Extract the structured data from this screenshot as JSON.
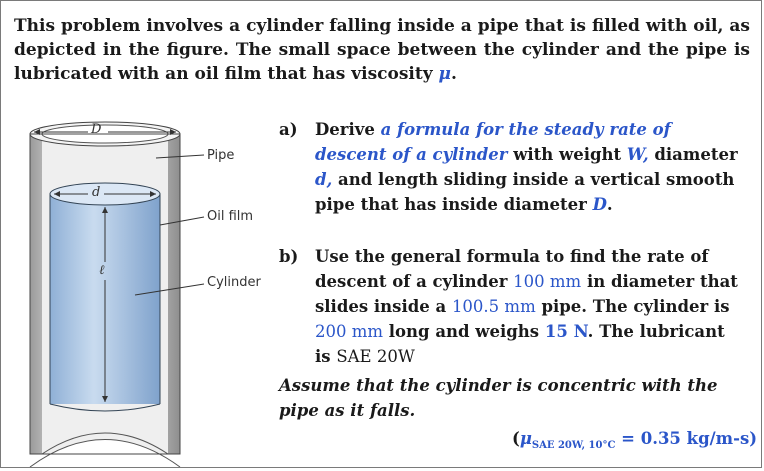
{
  "intro": {
    "text": "This problem involves a cylinder falling inside a pipe that is filled with oil, as depicted in the figure. The small space between the cylinder and the pipe is lubricated with an oil film that has viscosity",
    "mu_symbol": "μ",
    "period": "."
  },
  "figure": {
    "label_D": "D",
    "label_d": "d",
    "label_l": "ℓ",
    "pipe_label": "Pipe",
    "oilfilm_label": "Oil film",
    "cylinder_label": "Cylinder"
  },
  "part_a": {
    "tag": "a)",
    "w1": "Derive",
    "phrase1": "a formula for the steady rate of descent",
    "phrase2": "of a cylinder",
    "w2": "with weight",
    "W": "W,",
    "w3": "diameter",
    "d": "d,",
    "w4": "and",
    "w5": "length  sliding inside a vertical smooth pipe",
    "w6": "that has inside diameter",
    "D": "D",
    "end": "."
  },
  "part_b": {
    "tag": "b)",
    "t1": "Use the general formula to find the rate of",
    "t2": "descent of a cylinder",
    "v1": "100 mm",
    "t3": "in diameter that",
    "t4": "slides inside a",
    "v2": "100.5 mm",
    "t5": "pipe. The cylinder is",
    "v3": "200 mm",
    "t6": "long and weighs",
    "v4": "15 N",
    "t7": ". The lubricant is",
    "t8": "SAE 20W"
  },
  "assume": "Assume that the cylinder is concentric with the pipe as it falls.",
  "given": {
    "open": "(",
    "mu": "μ",
    "sub": "SAE 20W, 10°C",
    "value": " = 0.35 kg/m-s)"
  },
  "colors": {
    "accent_blue": "#2b56c9",
    "cylinder_fill": "#b9cfe8",
    "pipe_gray": "#cfcfcf"
  }
}
